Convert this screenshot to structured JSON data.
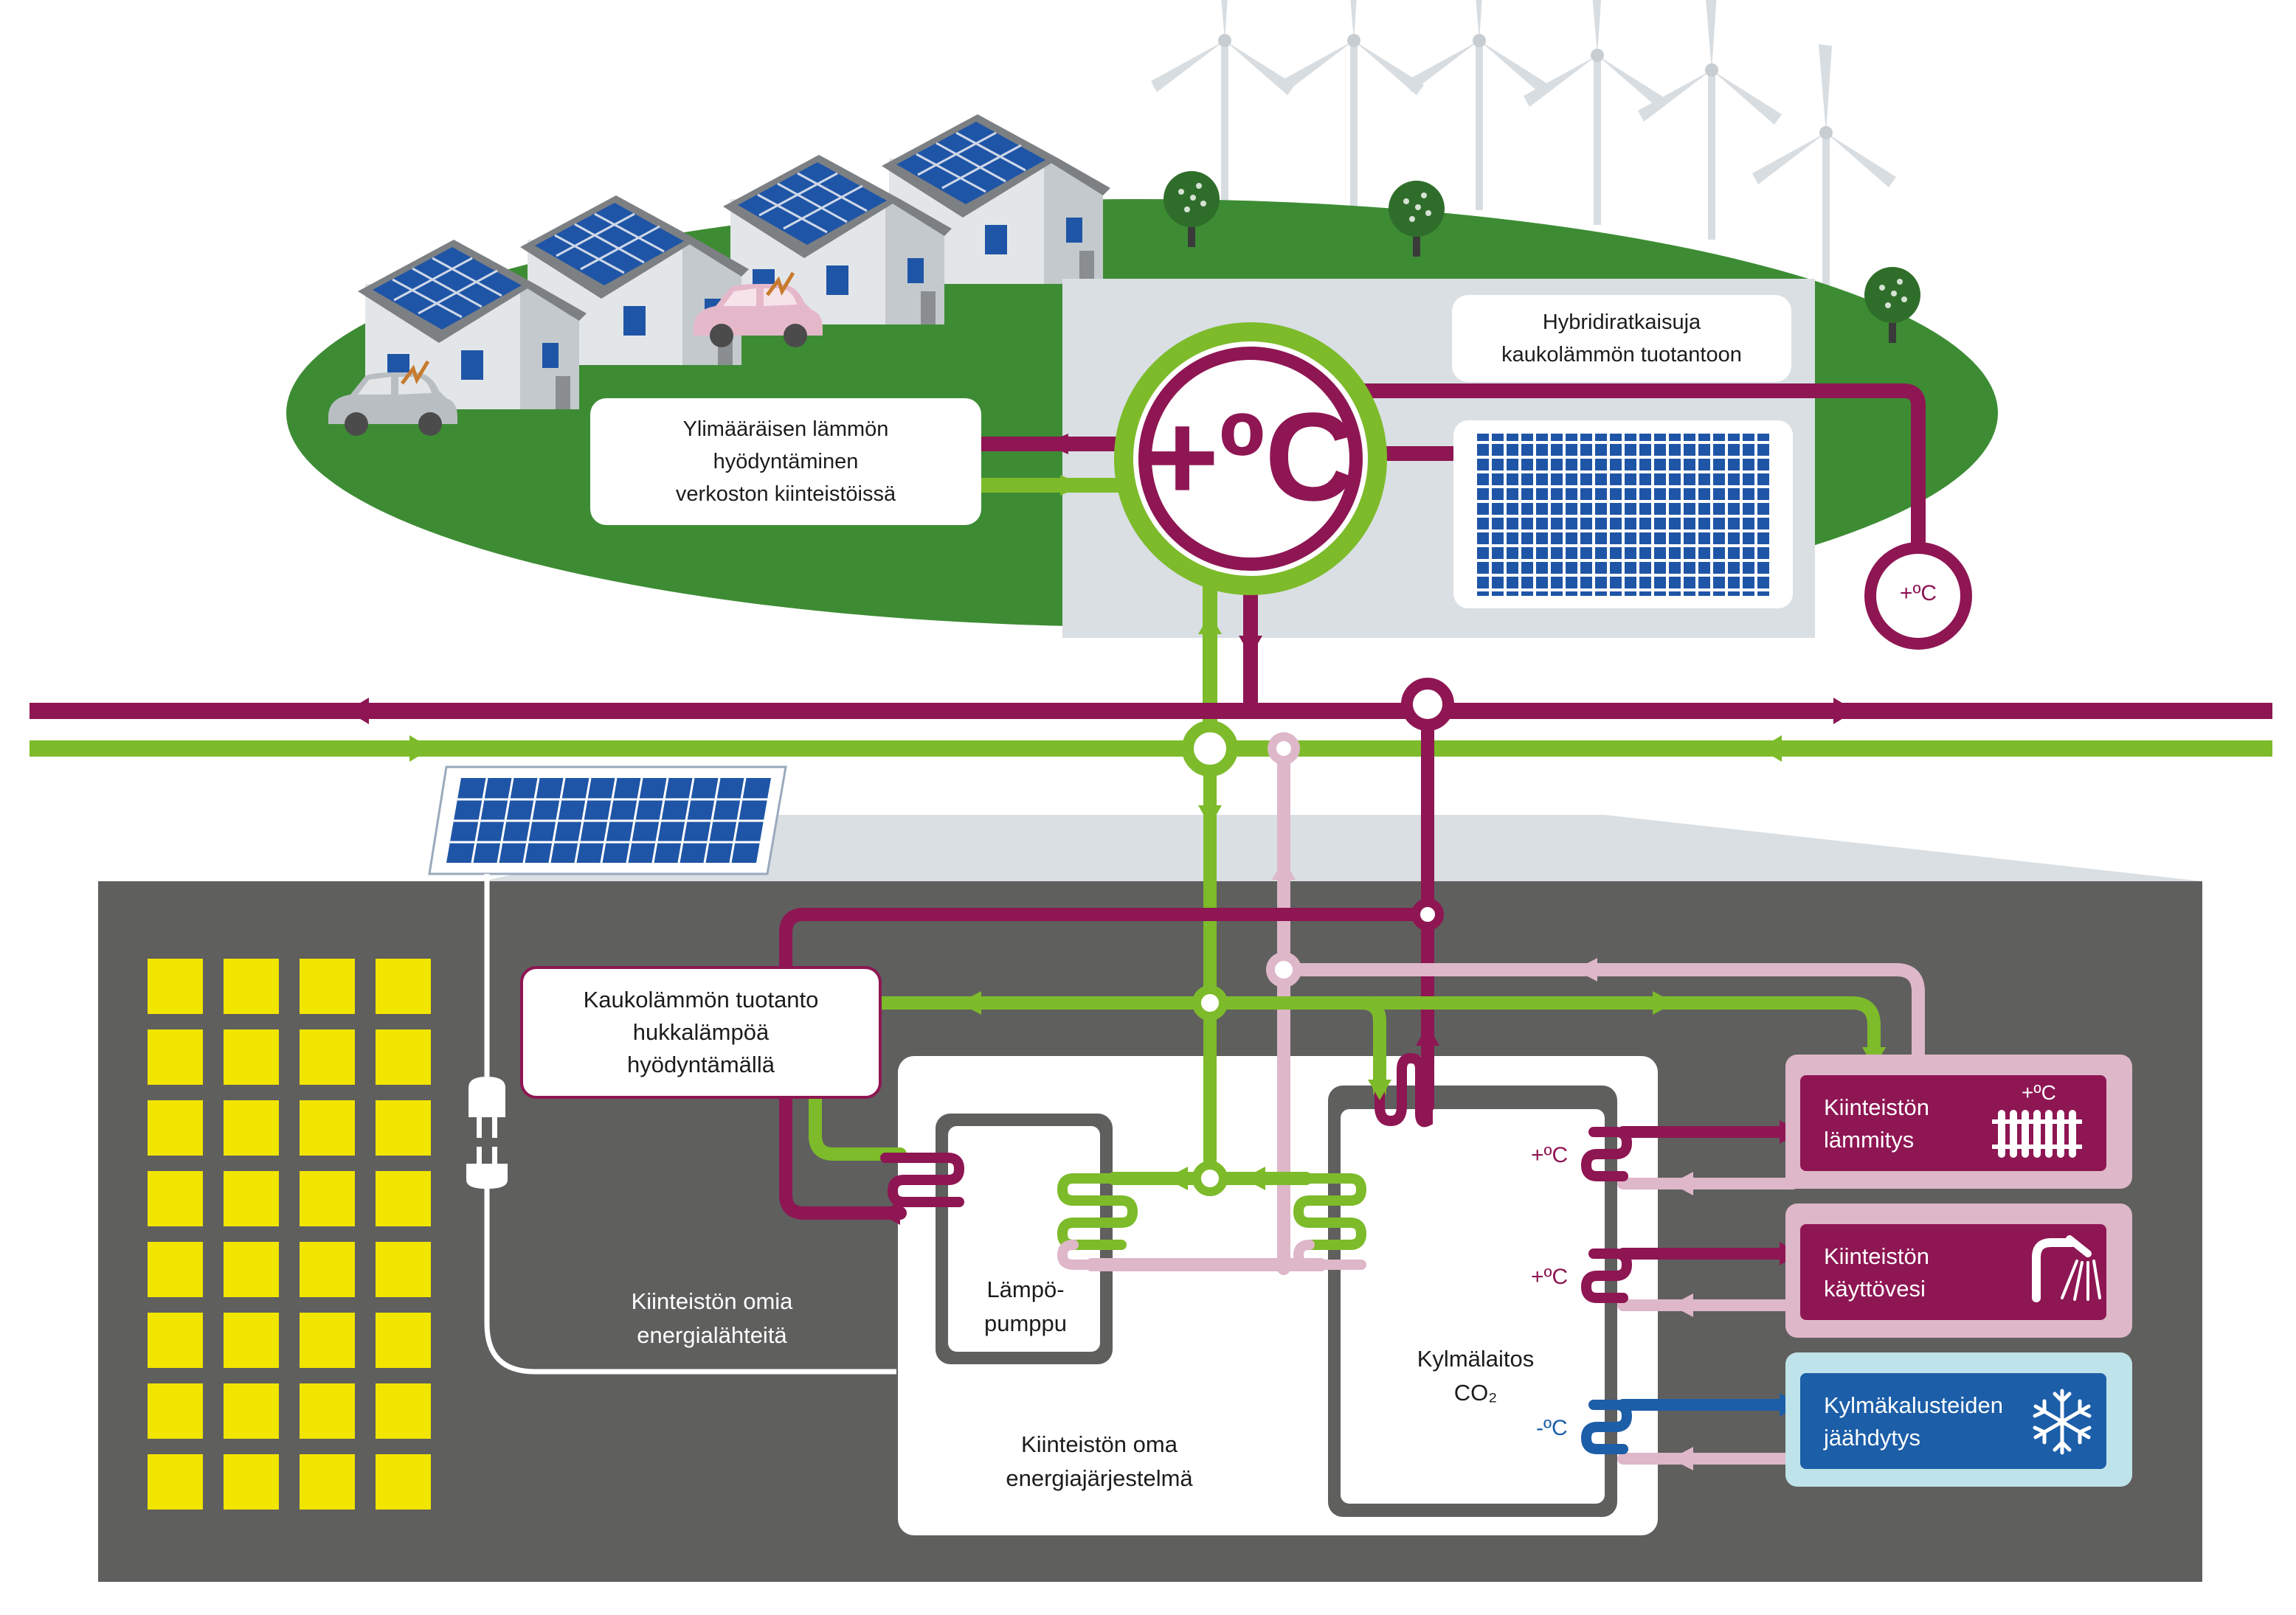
{
  "colors": {
    "district_heat_supply": "#8e1653",
    "district_heat_return": "#7dbb2a",
    "low_temp": "#deb7c8",
    "cooling": "#1c5ea8",
    "ground_green": "#3d8c34",
    "building_grey": "#5f5f5e",
    "panel_bg": "#d9dfe3",
    "yellow_cells": "#f2e500"
  },
  "icons": [
    "wind-turbine-icon",
    "house-icon",
    "solar-panel-icon",
    "electric-car-icon",
    "tree-icon",
    "radiator-icon",
    "shower-icon",
    "snowflake-icon",
    "power-plug-icon"
  ],
  "top": {
    "big_temp": "+ºC",
    "hybrid_label": [
      "Hybridiratkaisuja",
      "kaukolämmön tuotantoon"
    ],
    "excess_heat_label": [
      "Ylimääräisen lämmön",
      "hyödyntäminen",
      "verkoston kiinteistöissä"
    ],
    "small_temp": "+ºC"
  },
  "building": {
    "production_label": [
      "Kaukolämmön tuotanto",
      "hukkalämpöä",
      "hyödyntämällä"
    ],
    "own_sources_label": [
      "Kiinteistön omia",
      "energialähteitä"
    ],
    "own_system_label": [
      "Kiinteistön oma",
      "energiajärjestelmä"
    ],
    "heat_pump_label": [
      "Lämpö-",
      "pumppu"
    ],
    "refrigeration_label": [
      "Kylmälaitos",
      "CO₂"
    ],
    "temp_heating": "+ºC",
    "temp_water": "+ºC",
    "temp_cooling": "-ºC"
  },
  "services": [
    {
      "label": [
        "Kiinteistön",
        "lämmitys"
      ],
      "temp": "+ºC",
      "icon": "radiator-icon"
    },
    {
      "label": [
        "Kiinteistön",
        "käyttövesi"
      ],
      "icon": "shower-icon"
    },
    {
      "label": [
        "Kylmäkalusteiden",
        "jäähdytys"
      ],
      "icon": "snowflake-icon"
    }
  ]
}
